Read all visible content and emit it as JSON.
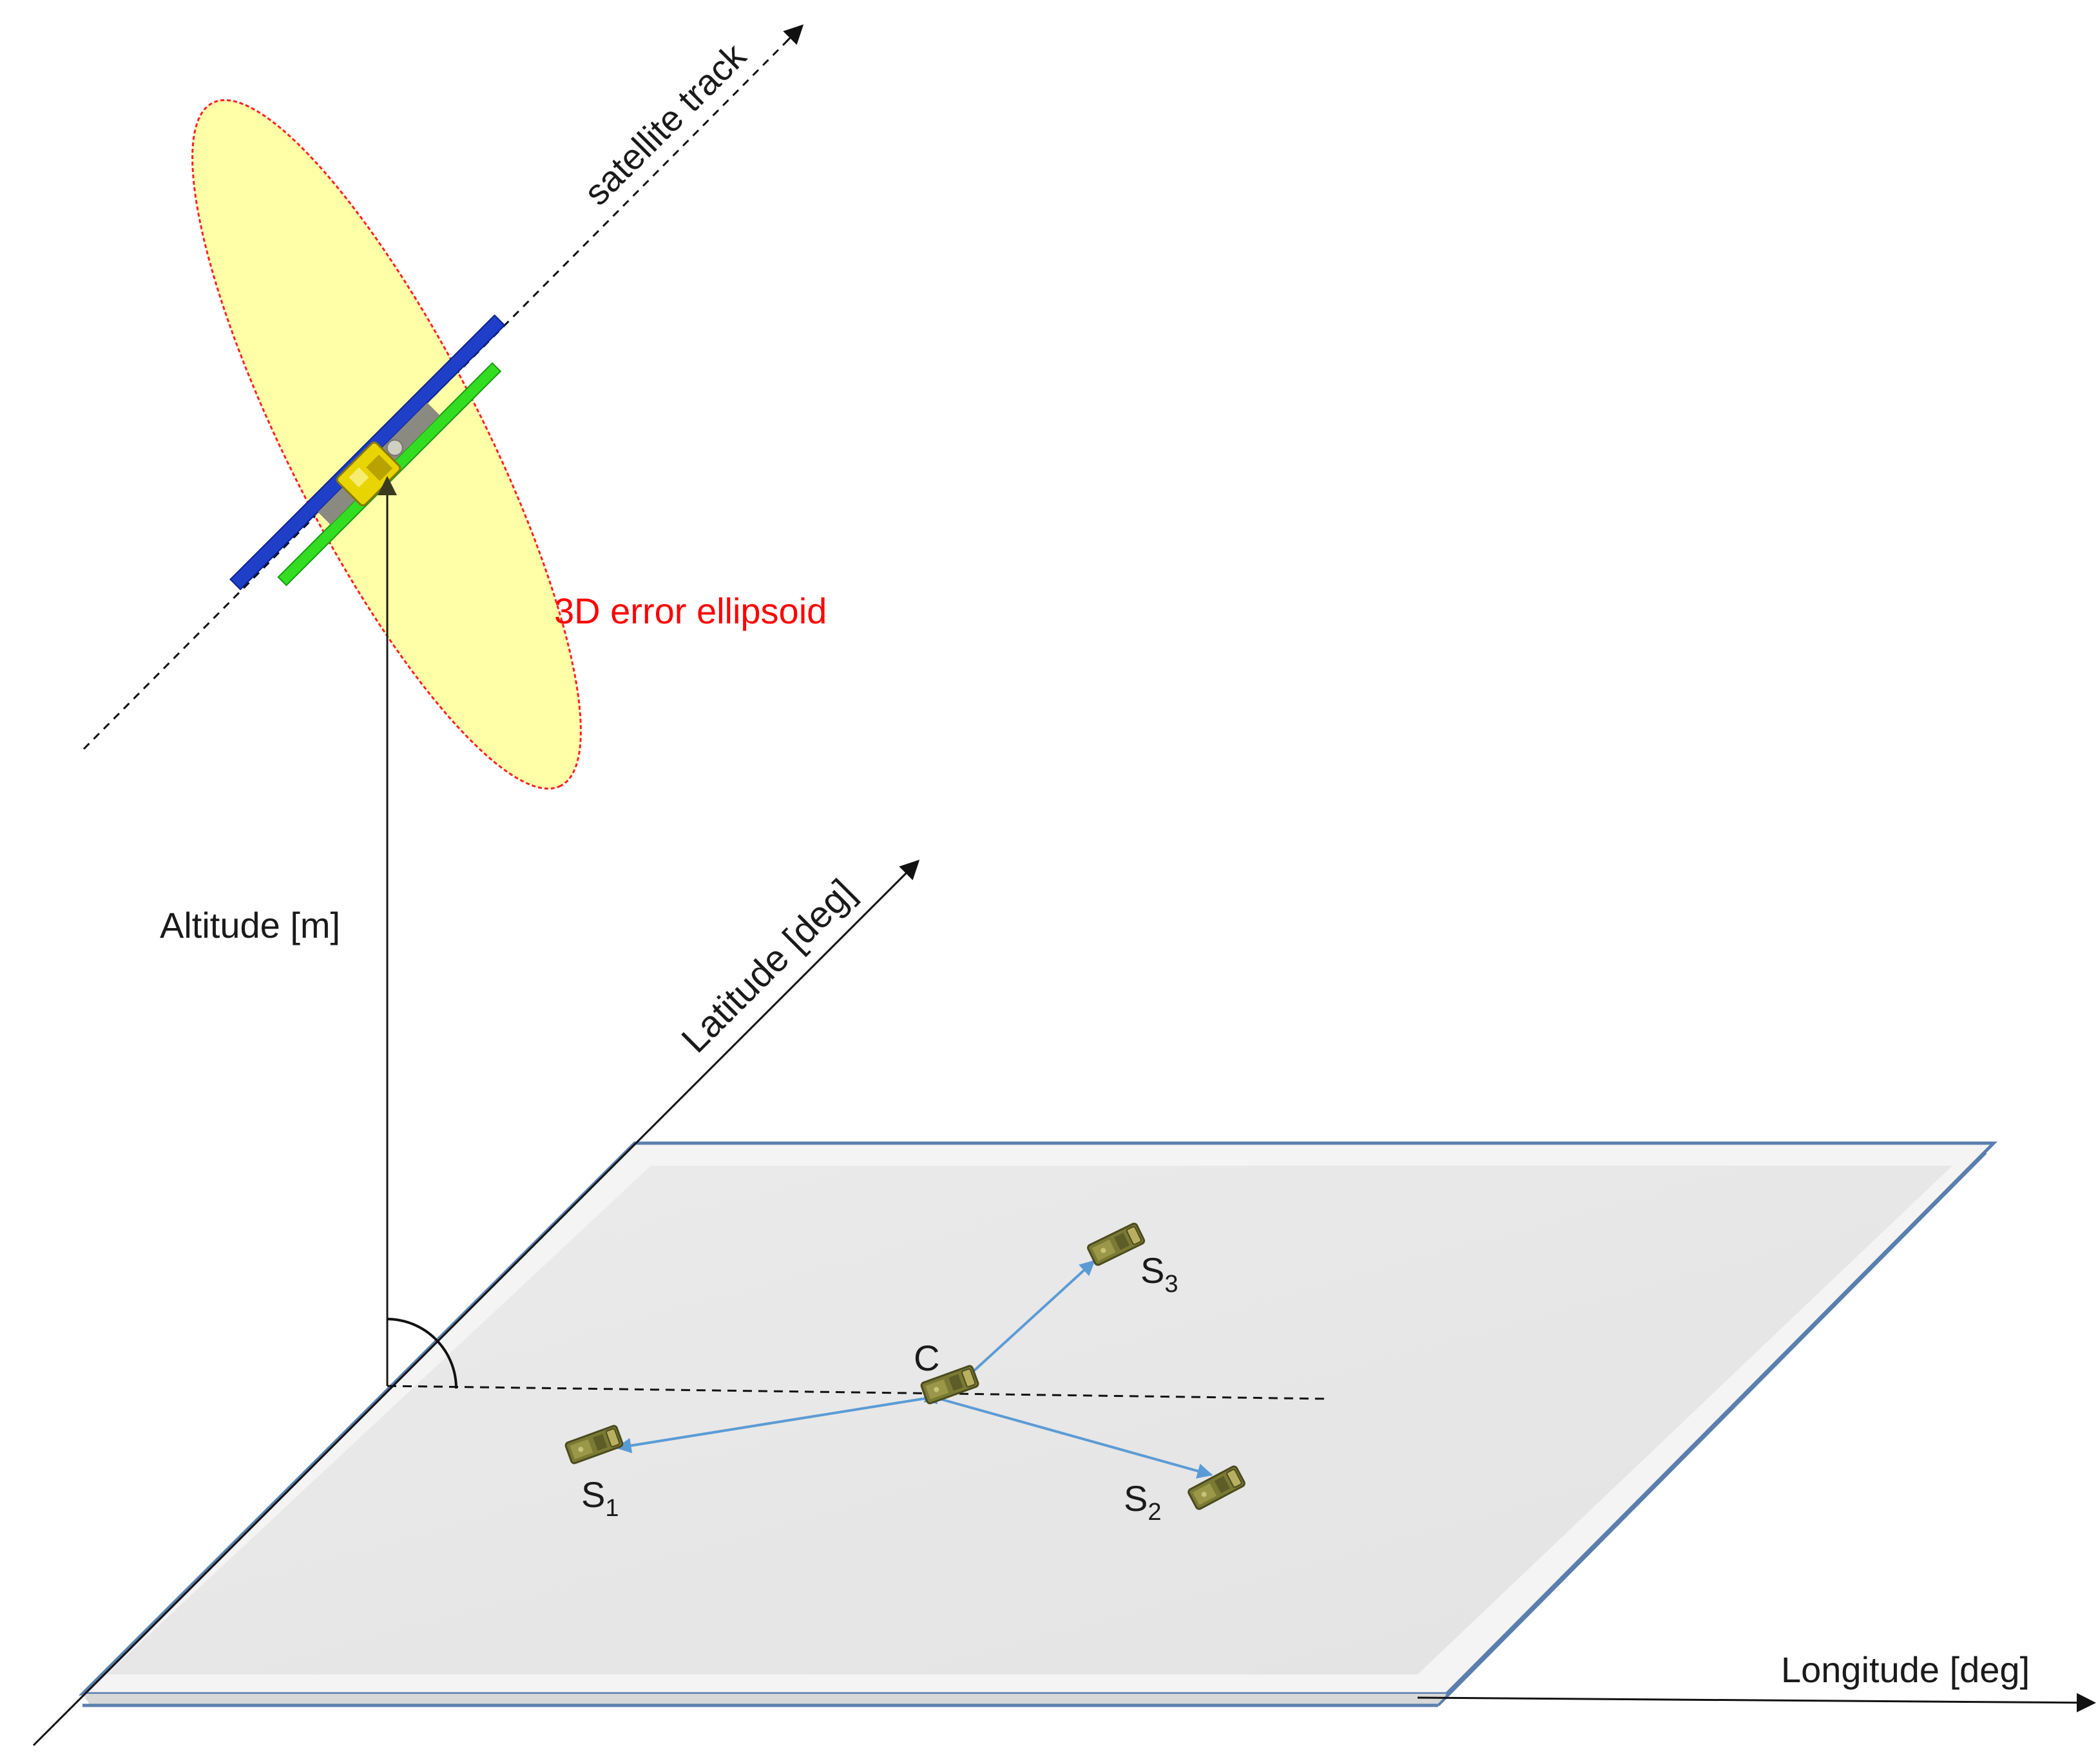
{
  "labels": {
    "satellite_track": "satellite track",
    "error_ellipsoid": "3D error ellipsoid",
    "altitude_axis": "Altitude [m]",
    "latitude_axis": "Latitude [deg]",
    "longitude_axis": "Longitude [deg]"
  },
  "nodes": {
    "center": {
      "name": "C"
    },
    "s1": {
      "base": "S",
      "sub": "1"
    },
    "s2": {
      "base": "S",
      "sub": "2"
    },
    "s3": {
      "base": "S",
      "sub": "3"
    }
  },
  "colors": {
    "ellipsoid_fill": "#ffff99",
    "ellipsoid_outline": "#ff2020",
    "ellipsoid_label": "#ff0000",
    "arrow_blue": "#5b9bd5",
    "plane_fill": "#e6e6e6",
    "plane_edge": "#5a7fae",
    "solar_panel_blue": "#1f3fc8",
    "solar_panel_green": "#33dd22",
    "sensor_body": "#7b7a34"
  },
  "icons": {
    "satellite": "satellite-icon",
    "sensor": "sensor-node-icon"
  }
}
